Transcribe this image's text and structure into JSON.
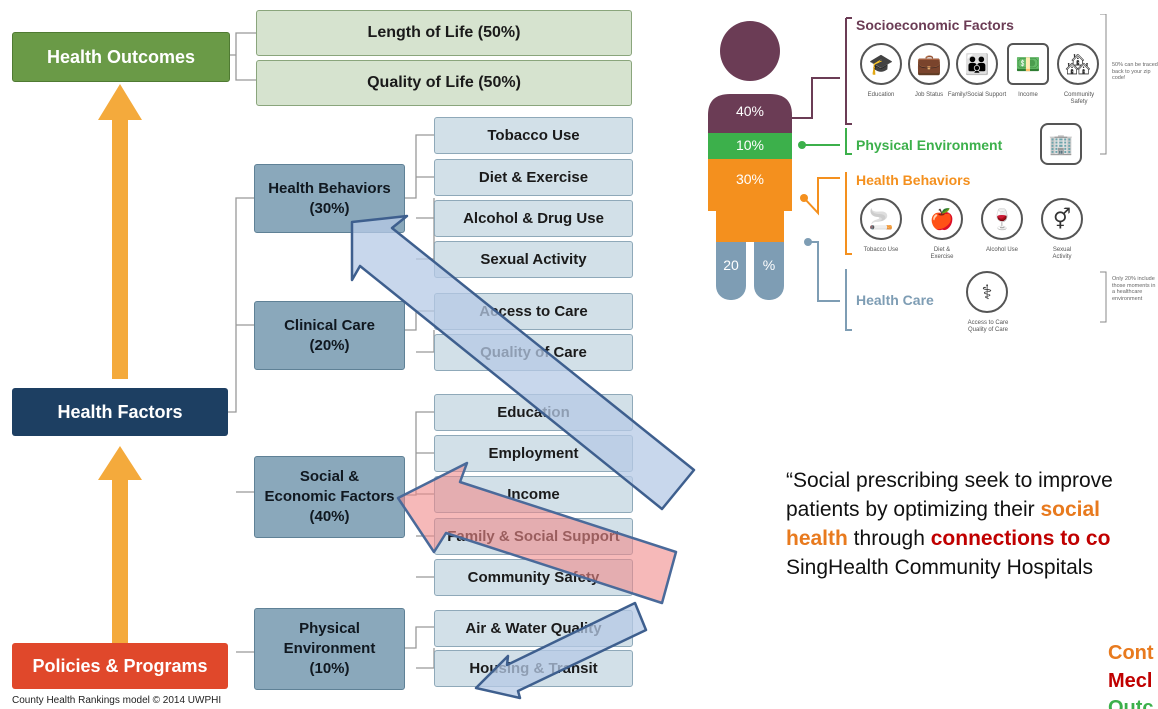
{
  "left_model": {
    "outcomes_label": "Health Outcomes",
    "factors_label": "Health Factors",
    "policies_label": "Policies & Programs",
    "outcomes": [
      "Length of Life (50%)",
      "Quality of Life (50%)"
    ],
    "categories": [
      {
        "label": "Health Behaviors\n(30%)",
        "items": [
          "Tobacco Use",
          "Diet & Exercise",
          "Alcohol & Drug Use",
          "Sexual Activity"
        ]
      },
      {
        "label": "Clinical Care\n(20%)",
        "items": [
          "Access to Care",
          "Quality of Care"
        ]
      },
      {
        "label": "Social &\nEconomic Factors\n(40%)",
        "items": [
          "Education",
          "Employment",
          "Income",
          "Family & Social Support",
          "Community Safety"
        ]
      },
      {
        "label": "Physical\nEnvironment\n(10%)",
        "items": [
          "Air & Water Quality",
          "Housing & Transit"
        ]
      }
    ],
    "credit": "County Health Rankings model © 2014 UWPHI"
  },
  "right_graphic": {
    "pct_socio": "40%",
    "pct_phys": "10%",
    "pct_behav": "30%",
    "pct_care_a": "20",
    "pct_care_b": "%",
    "socio_title": "Socioeconomic Factors",
    "socio_icons": [
      "Education",
      "Job Status",
      "Family/Social Support",
      "Income",
      "Community Safety"
    ],
    "socio_note": "50% can be traced back to your zip code!",
    "phys_title": "Physical Environment",
    "behav_title": "Health Behaviors",
    "behav_icons": [
      "Tobacco Use",
      "Diet & Exercise",
      "Alcohol Use",
      "Sexual Activity"
    ],
    "care_title": "Health Care",
    "care_icon": "Access to Care Quality of Care",
    "care_note": "Only 20% include those moments in a healthcare environment"
  },
  "quote": {
    "l1": "“Social prescribing seek to improve",
    "l2a": "patients by optimizing their ",
    "l2b": "social",
    "l3a": "health",
    "l3b": " through ",
    "l3c": "connections to co",
    "l4": "SingHealth Community Hospitals"
  },
  "legend": {
    "a": "Cont",
    "b": "Mecl",
    "c": "Outc"
  },
  "colors": {
    "outcomes": "#6a9a47",
    "factors": "#1d3f62",
    "policies": "#e0482b",
    "arrow_up": "#f4aa3c",
    "socio": "#6b3c55",
    "phys": "#3cb04b",
    "behav": "#f4901e",
    "care": "#7e9db4"
  }
}
